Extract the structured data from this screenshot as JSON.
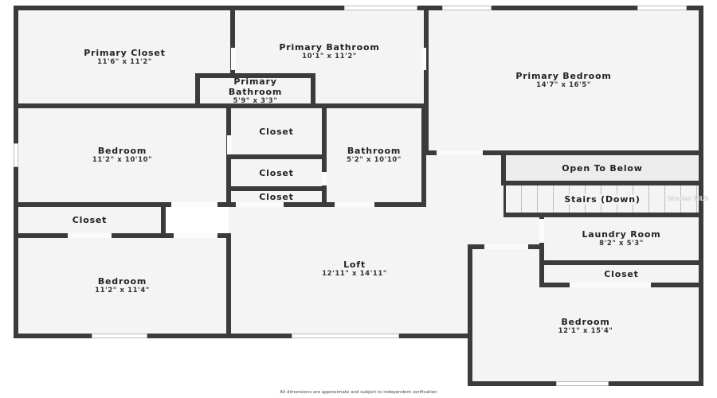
{
  "floorplan": {
    "rooms": [
      {
        "name": "Primary Closet",
        "dims": "11'6\" x 11'2\""
      },
      {
        "name": "Primary Bathroom",
        "dims": "10'1\" x 11'2\""
      },
      {
        "name": "Primary Bathroom",
        "dims": "5'9\" x 3'3\""
      },
      {
        "name": "Primary Bedroom",
        "dims": "14'7\" x 16'5\""
      },
      {
        "name": "Bedroom",
        "dims": "11'2\" x 10'10\""
      },
      {
        "name": "Closet",
        "dims": ""
      },
      {
        "name": "Closet",
        "dims": ""
      },
      {
        "name": "Closet",
        "dims": ""
      },
      {
        "name": "Bathroom",
        "dims": "5'2\" x 10'10\""
      },
      {
        "name": "Closet",
        "dims": ""
      },
      {
        "name": "Bedroom",
        "dims": "11'2\" x 11'4\""
      },
      {
        "name": "Loft",
        "dims": "12'11\" x 14'11\""
      },
      {
        "name": "Open To Below",
        "dims": ""
      },
      {
        "name": "Stairs (Down)",
        "dims": ""
      },
      {
        "name": "Laundry Room",
        "dims": "8'2\" x 5'3\""
      },
      {
        "name": "Closet",
        "dims": ""
      },
      {
        "name": "Bedroom",
        "dims": "12'1\" x 15'4\""
      }
    ],
    "watermark": "Stellar MLS",
    "footer": "All dimensions are approximate and subject to independent verification",
    "colors": {
      "wall": "#3b3b3b",
      "floor": "#f4f4f4"
    }
  }
}
